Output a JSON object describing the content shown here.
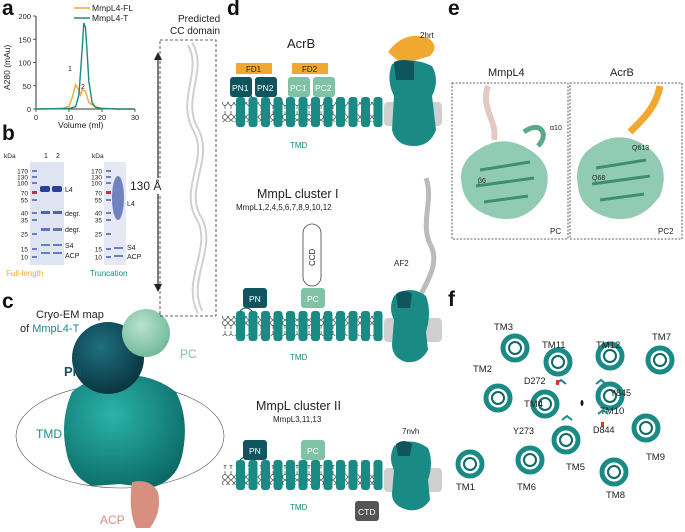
{
  "panels": {
    "a": "a",
    "b": "b",
    "c": "c",
    "d": "d",
    "e": "e",
    "f": "f"
  },
  "colors": {
    "teal": "#1a8a85",
    "dark_teal": "#0e5560",
    "light_teal": "#7fc2a6",
    "orange": "#f0a830",
    "salmon": "#d88f80",
    "gray": "#cfcfcf"
  },
  "panel_a": {
    "ylabel": "A280 (mAu)",
    "xlabel": "Volume (ml)",
    "yticks": [
      "0",
      "50",
      "100",
      "150",
      "200"
    ],
    "xticks": [
      "0",
      "10",
      "20",
      "30"
    ],
    "legend": [
      {
        "name": "MmpL4-FL",
        "color": "#f0a830"
      },
      {
        "name": "MmpL4-T",
        "color": "#1a8a85"
      }
    ],
    "peak_labels": [
      "1",
      "2"
    ]
  },
  "chart_data": {
    "type": "line",
    "xlabel": "Volume (ml)",
    "ylabel": "A280 (mAu)",
    "xlim": [
      0,
      30
    ],
    "ylim": [
      0,
      200
    ],
    "series": [
      {
        "name": "MmpL4-FL",
        "x": [
          0,
          8,
          10,
          11,
          12,
          13,
          13.5,
          14,
          15,
          16,
          18,
          20,
          25,
          30
        ],
        "y": [
          0,
          1,
          6,
          25,
          52,
          40,
          30,
          42,
          38,
          14,
          4,
          1,
          0,
          0
        ]
      },
      {
        "name": "MmpL4-T",
        "x": [
          0,
          10,
          12,
          13,
          14,
          14.5,
          15,
          15.5,
          16,
          17,
          18,
          20,
          25,
          30
        ],
        "y": [
          0,
          1,
          5,
          30,
          130,
          185,
          175,
          120,
          60,
          14,
          4,
          1,
          0,
          0
        ]
      }
    ]
  },
  "panel_b": {
    "gel1": {
      "kda": "kDa",
      "lanes": [
        "1",
        "2"
      ],
      "markers": [
        "170",
        "130",
        "100",
        "70",
        "55",
        "40",
        "35",
        "25",
        "15",
        "10"
      ],
      "bands": [
        "L4",
        "degr.",
        "degr.",
        "S4",
        "ACP"
      ],
      "caption": "Full-length"
    },
    "gel2": {
      "kda": "kDa",
      "markers": [
        "170",
        "130",
        "100",
        "70",
        "55",
        "40",
        "35",
        "25",
        "15",
        "10"
      ],
      "bands": [
        "L4",
        "S4",
        "ACP"
      ],
      "caption": "Truncation"
    }
  },
  "panel_c": {
    "title_line1": "Cryo-EM map",
    "title_line2": "of ",
    "title_highlight": "MmpL4-T",
    "domains": {
      "pn": "PN",
      "pc": "PC",
      "tmd": "TMD",
      "acp": "ACP"
    },
    "predicted": "Predicted",
    "cc_domain": "CC domain",
    "distance": "130 Å"
  },
  "panel_d": {
    "acrb": {
      "title": "AcrB",
      "boxes": [
        "PN1",
        "PN2",
        "PC1",
        "PC2",
        "FD1",
        "FD2"
      ],
      "tmd": "TMD",
      "pdb": "2hrt"
    },
    "cluster1": {
      "title": "MmpL cluster I",
      "members": "MmpL1,2,4,5,6,7,8,9,10,12",
      "boxes": [
        "PN",
        "PC",
        "CCD"
      ],
      "tmd": "TMD",
      "model": "AF2"
    },
    "cluster2": {
      "title": "MmpL cluster II",
      "members": "MmpL3,11,13",
      "boxes": [
        "PN",
        "PC",
        "CTD"
      ],
      "tmd": "TMD",
      "pdb": "7nvh"
    }
  },
  "panel_e": {
    "left": {
      "title": "MmpL4",
      "res1": "α10",
      "res2": "β6",
      "corner": "PC"
    },
    "right": {
      "title": "AcrB",
      "res1": "Q613",
      "res2": "Q68",
      "corner": "PC2"
    }
  },
  "panel_f": {
    "helices": [
      "TM1",
      "TM2",
      "TM3",
      "TM4",
      "TM5",
      "TM6",
      "TM7",
      "TM8",
      "TM9",
      "TM10",
      "TM11",
      "TM12"
    ],
    "residues": [
      "D272",
      "Y845",
      "Y273",
      "D844"
    ]
  }
}
